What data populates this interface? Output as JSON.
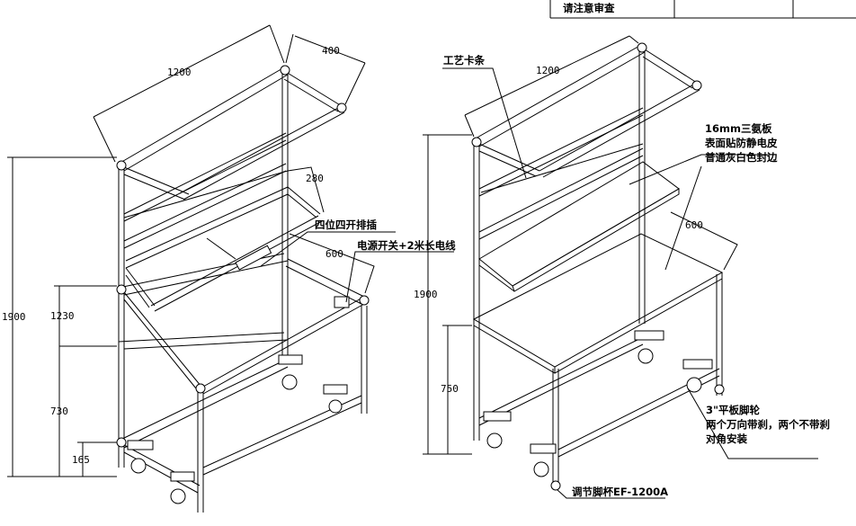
{
  "title_block": {
    "review_note": "请注意审查"
  },
  "left_view": {
    "width_dim": "1200",
    "top_shelf_depth": "400",
    "mid_shelf_depth": "280",
    "table_depth": "600",
    "height_total": "1900",
    "height_upper": "1230",
    "height_table": "730",
    "height_bottom": "165",
    "power_strip_label": "四位四开排插",
    "power_switch_label": "电源开关+2米长电线"
  },
  "right_view": {
    "width_dim": "1200",
    "card_strip_label": "工艺卡条",
    "board_label_line1": "16mm三氨板",
    "board_label_line2": "表面贴防静电皮",
    "board_label_line3": "普通灰白色封边",
    "table_depth": "600",
    "height_total": "1900",
    "height_table": "750",
    "caster_label_line1": "3\"平板脚轮",
    "caster_label_line2": "两个万向带刹，两个不带刹",
    "caster_label_line3": "对角安装",
    "foot_label": "调节脚杯EF-1200A"
  }
}
